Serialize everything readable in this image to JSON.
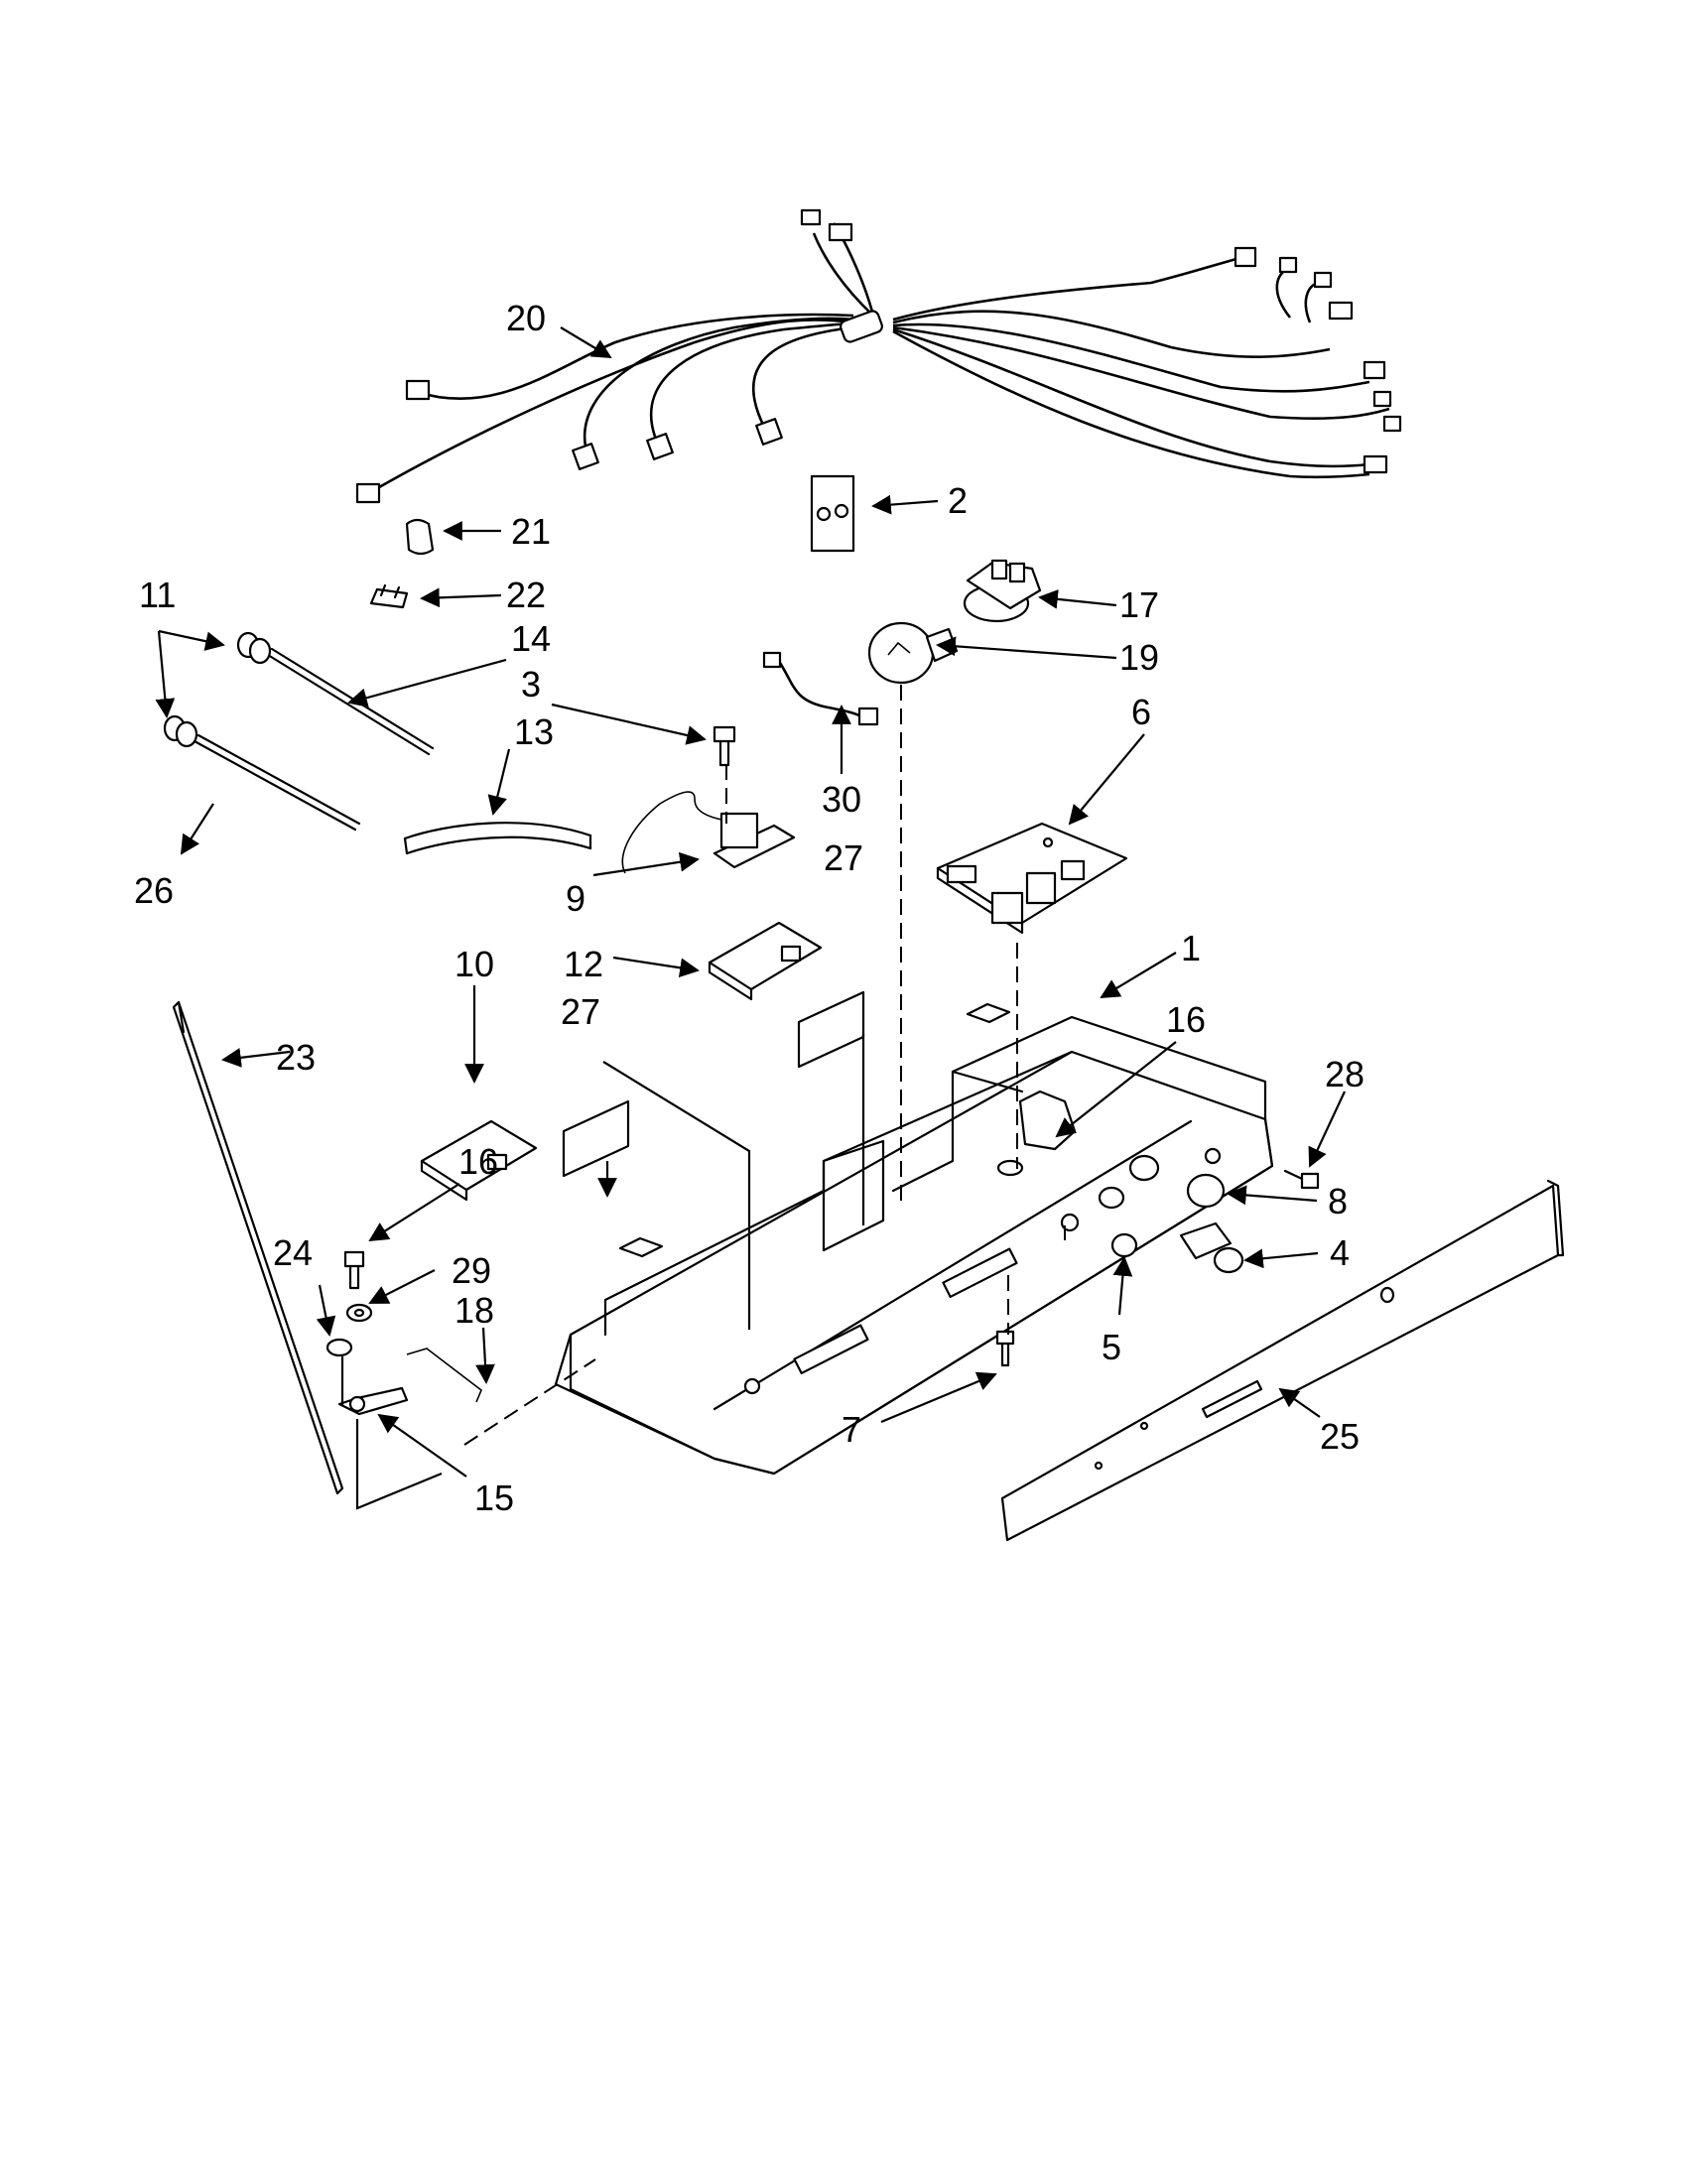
{
  "diagram": {
    "callouts": {
      "c1": "1",
      "c2": "2",
      "c3": "3",
      "c4": "4",
      "c5": "5",
      "c6": "6",
      "c7": "7",
      "c8": "8",
      "c9": "9",
      "c10": "10",
      "c11": "11",
      "c12": "12",
      "c13": "13",
      "c14": "14",
      "c15": "15",
      "c16a": "16",
      "c16b": "16",
      "c17": "17",
      "c18": "18",
      "c19": "19",
      "c20": "20",
      "c21": "21",
      "c22": "22",
      "c23": "23",
      "c24": "24",
      "c25": "25",
      "c26": "26",
      "c27a": "27",
      "c27b": "27",
      "c28": "28",
      "c29": "29",
      "c30": "30"
    }
  }
}
